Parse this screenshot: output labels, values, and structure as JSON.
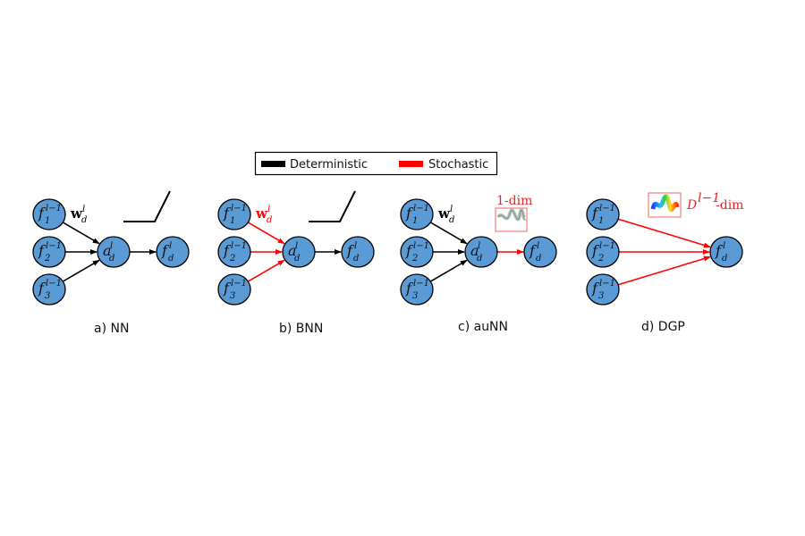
{
  "colors": {
    "deterministic": "#000000",
    "stochastic": "#ff0000",
    "node_fill": "#5b9bd5",
    "annotation": "#ee2222"
  },
  "legend": {
    "items": [
      {
        "label": "Deterministic",
        "color": "#000000"
      },
      {
        "label": "Stochastic",
        "color": "#ff0000"
      }
    ]
  },
  "node_labels": {
    "input_base": "f",
    "input_sup": "l−1",
    "input_subs": [
      "1",
      "2",
      "3"
    ],
    "activation_base": "a",
    "output_base": "f",
    "sup": "l",
    "sub": "d",
    "weight_base": "w"
  },
  "panels": [
    {
      "caption": "a) NN",
      "weight_label_color": "#000000",
      "input_edges": "deterministic",
      "output_edge": "deterministic",
      "has_activation_node": true,
      "nonlinearity": "relu-icon"
    },
    {
      "caption": "b) BNN",
      "weight_label_color": "#ff0000",
      "input_edges": "stochastic",
      "output_edge": "deterministic",
      "has_activation_node": true,
      "nonlinearity": "relu-icon"
    },
    {
      "caption": "c) auNN",
      "weight_label_color": "#000000",
      "input_edges": "deterministic",
      "output_edge": "stochastic",
      "has_activation_node": true,
      "nonlinearity": "gp-1d-sample-icon",
      "annotation": "1-dim"
    },
    {
      "caption": "d) DGP",
      "input_edges": "stochastic",
      "has_activation_node": false,
      "nonlinearity": "gp-surface-icon",
      "annotation_prefix": "D",
      "annotation_sup": "l−1",
      "annotation_suffix": "-dim"
    }
  ]
}
